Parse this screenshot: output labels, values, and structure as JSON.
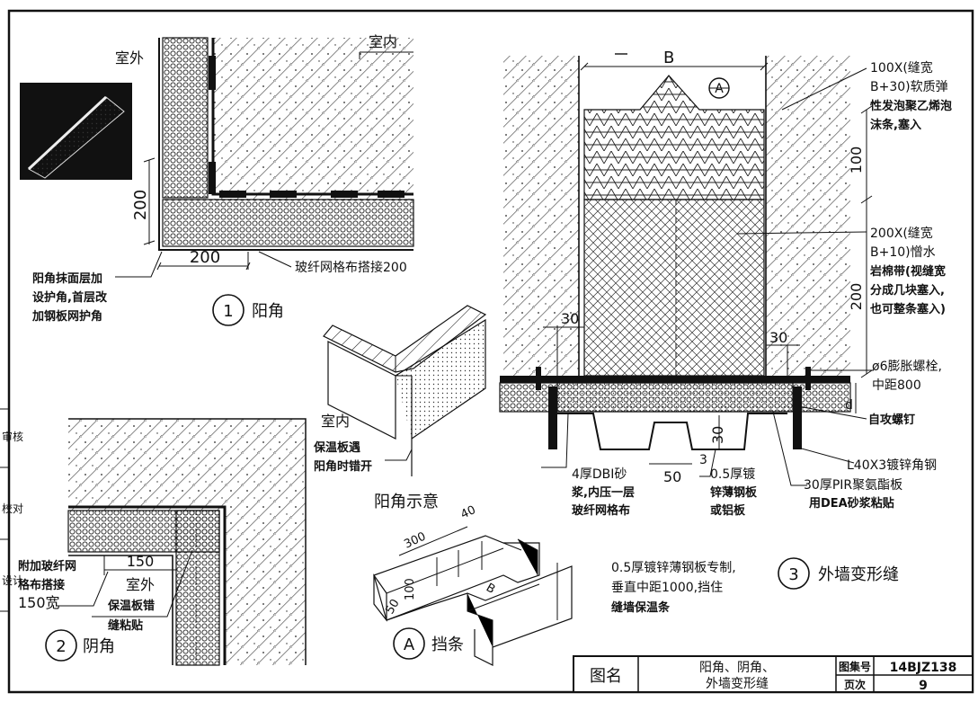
{
  "detail1": {
    "outside": "室外",
    "inside": "室内",
    "dim_v": "200",
    "dim_h": "200",
    "note_mesh": "玻纤网格布搭接200",
    "note_corner": [
      "阳角抹面层加",
      "设护角,首层改",
      "加钢板网护角"
    ],
    "number": "1",
    "title": "阳角"
  },
  "sketch": {
    "inside": "室内",
    "note": [
      "保温板遇",
      "阳角时错开"
    ],
    "title": "阳角示意"
  },
  "detail2": {
    "outside": "室外",
    "dim": "150",
    "note_mesh": [
      "附加玻纤网",
      "格布搭接",
      "150宽"
    ],
    "note_board": [
      "保温板错",
      "缝粘贴"
    ],
    "number": "2",
    "title": "阴角"
  },
  "detailA": {
    "dim_300": "300",
    "dim_40": "40",
    "dim_100": "100",
    "dim_50": "50",
    "dim_B": "B",
    "label": "A",
    "title": "挡条"
  },
  "detail3": {
    "dim_B": "B",
    "marker_A": "A",
    "dim_100": "100",
    "dim_200": "200",
    "dim_30_left": "30",
    "dim_30_right": "30",
    "dim_d": "d",
    "dim_30_bottom": "30",
    "dim_50": "50",
    "dim_3": "3",
    "note_foam": [
      "100X(缝宽",
      "B+30)软质弹",
      "性发泡聚乙烯泡",
      "沫条,塞入"
    ],
    "note_rock": [
      "200X(缝宽",
      "B+10)憎水",
      "岩棉带(视缝宽",
      "分成几块塞入,",
      "也可整条塞入)"
    ],
    "note_bolt": [
      "ø6膨胀螺栓,",
      "中距800"
    ],
    "note_screw": "自攻螺钉",
    "note_angle": "L40X3镀锌角钢",
    "note_mortar": [
      "4厚DBI砂",
      "浆,内压一层",
      "玻纤网格布"
    ],
    "note_steel": [
      "0.5厚镀",
      "锌薄钢板",
      "或铝板"
    ],
    "note_pir": [
      "30厚PIR聚氨酯板",
      "用DEA砂浆粘贴"
    ],
    "note_sheet": [
      "0.5厚镀锌薄钢板专制,",
      "垂直中距1000,挡住",
      "缝墙保温条"
    ],
    "number": "3",
    "title": "外墙变形缝"
  },
  "title_block": {
    "label_name": "图名",
    "drawing_name": [
      "阳角、阴角、",
      "外墙变形缝"
    ],
    "label_atlas": "图集号",
    "atlas_no": "14BJZ138",
    "label_page": "页次",
    "page_no": "9"
  },
  "side_strip": [
    "审核",
    "校对",
    "设计"
  ]
}
